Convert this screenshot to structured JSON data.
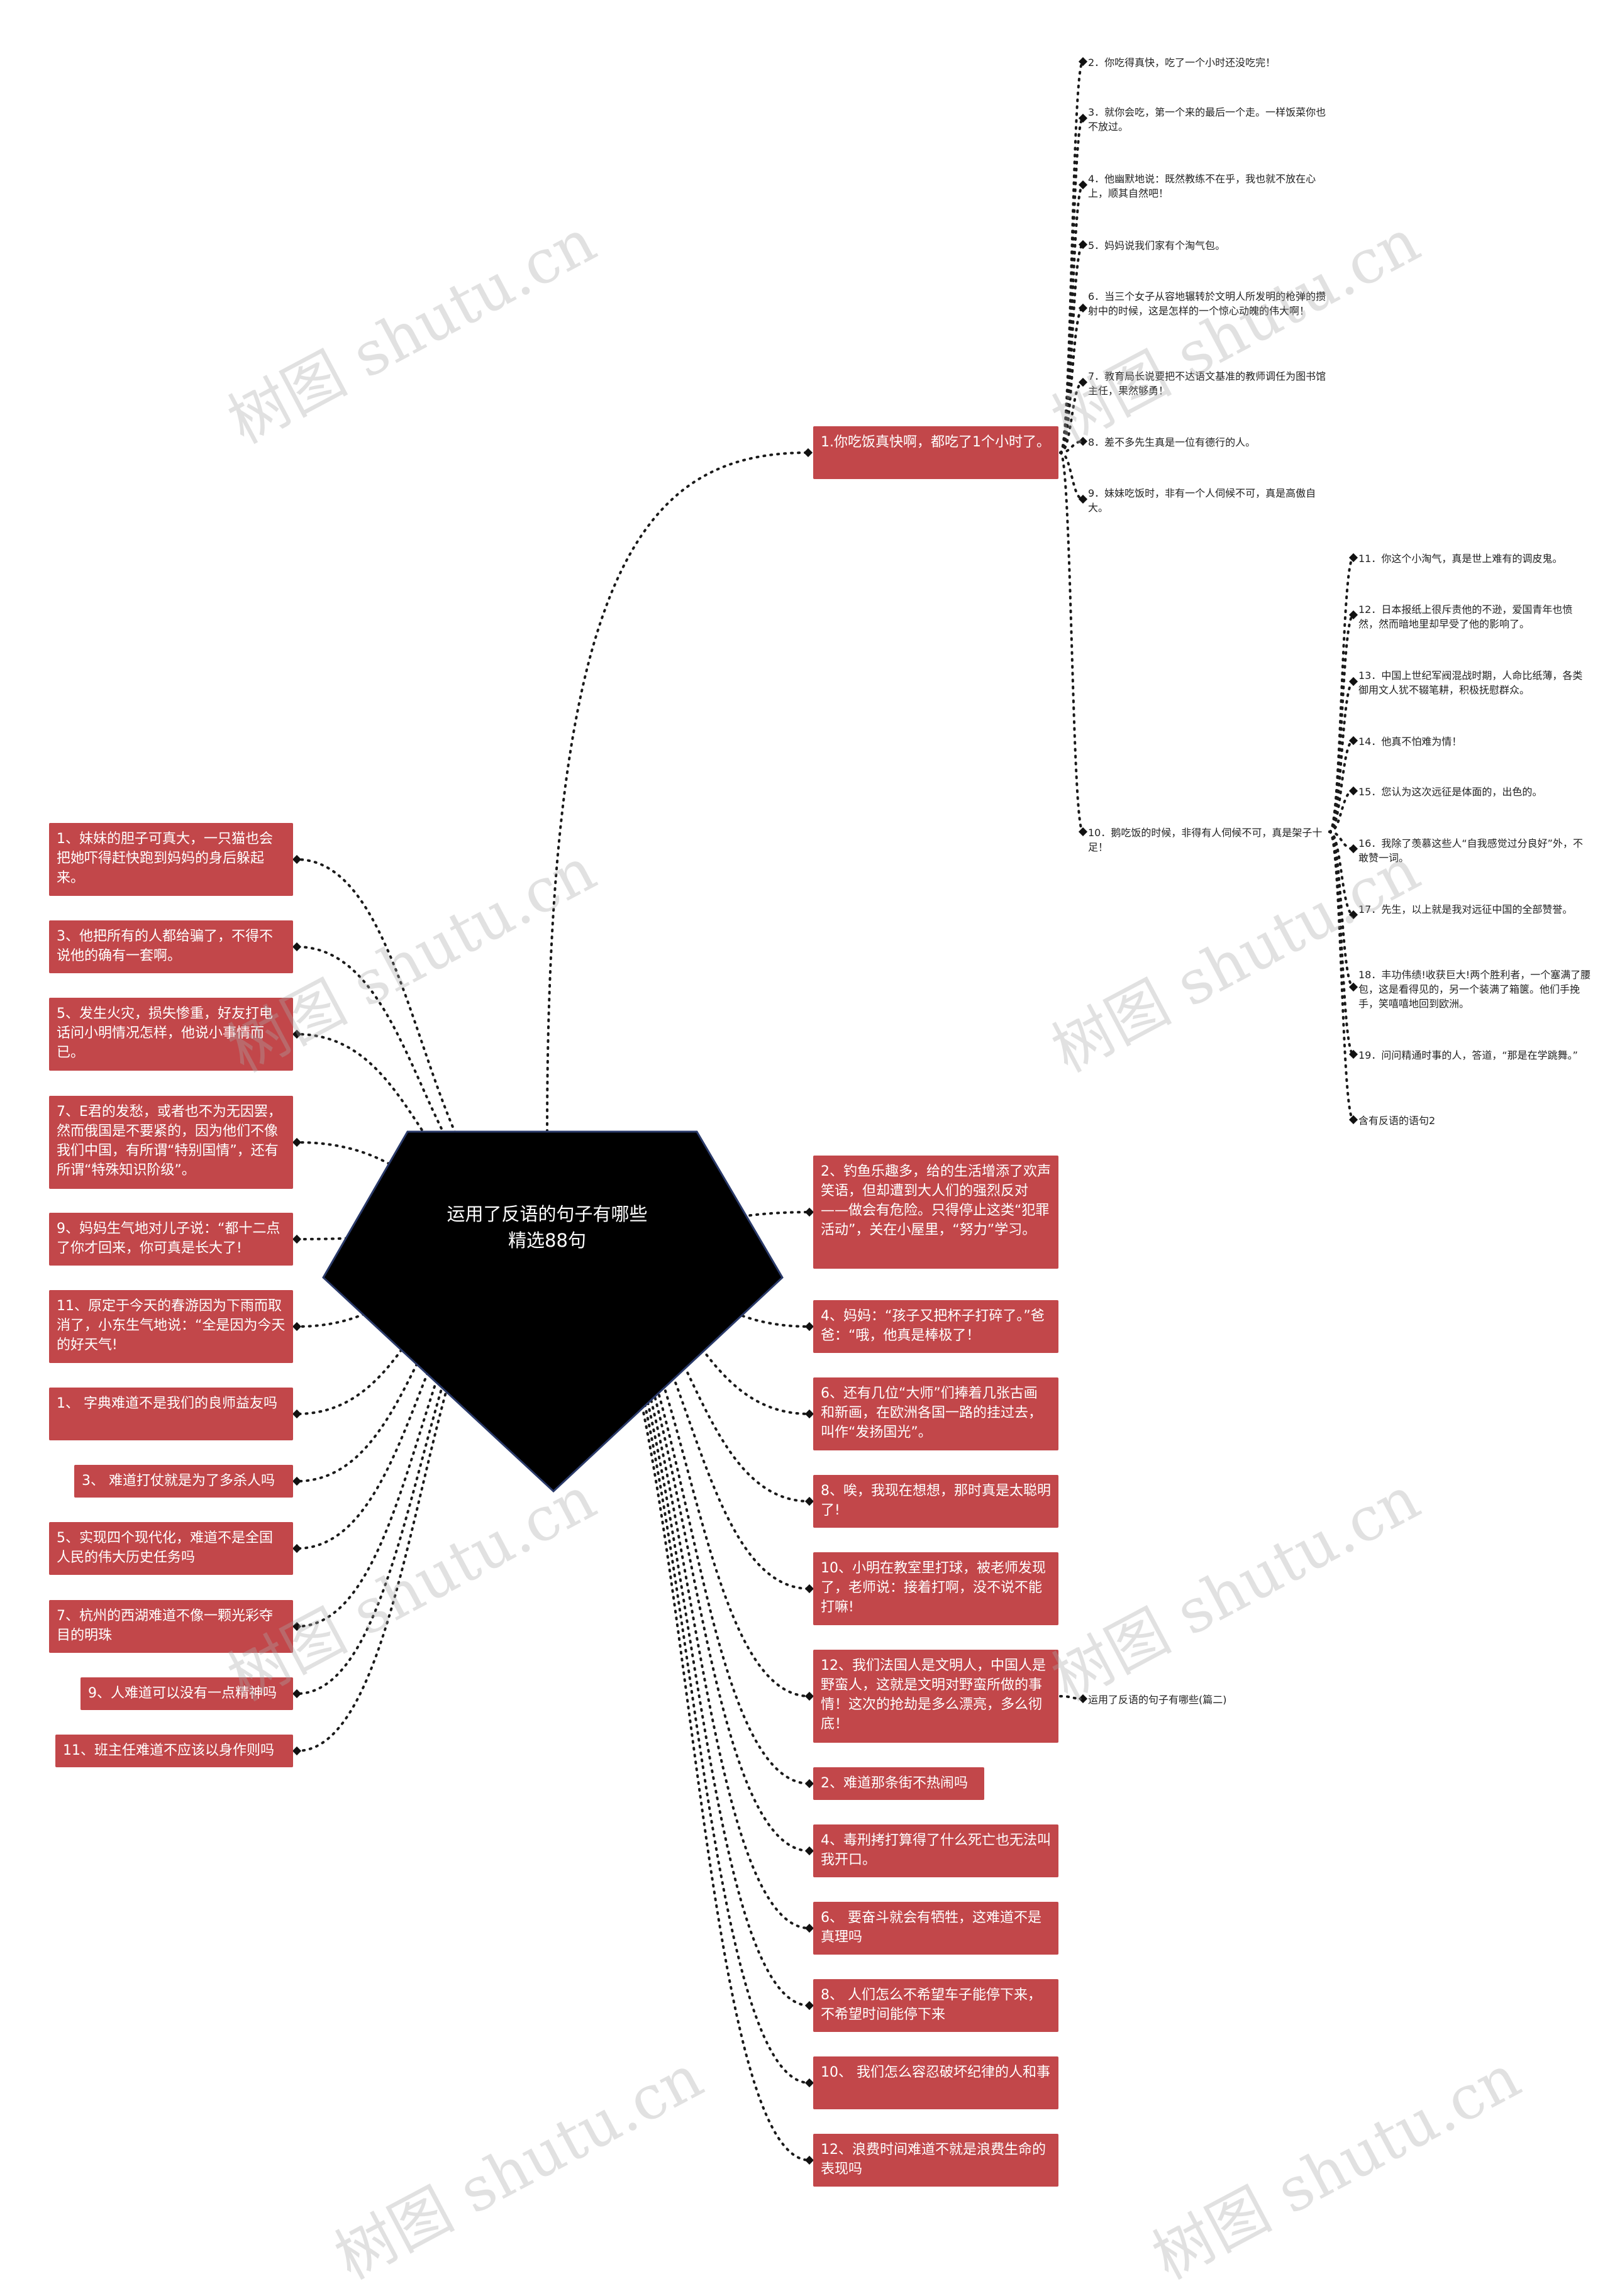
{
  "root": {
    "title_line1": "运用了反语的句子有哪些",
    "title_line2": "精选88句"
  },
  "branch_top": {
    "label": "1.你吃饭真快啊，都吃了1个小时了。",
    "children": [
      "2．你吃得真快，吃了一个小时还没吃完！",
      "3．就你会吃，第一个来的最后一个走。一样饭菜你也不放过。",
      "4．他幽默地说：既然教练不在乎，我也就不放在心上，顺其自然吧！",
      "5．妈妈说我们家有个淘气包。",
      "6．当三个女子从容地辗转於文明人所发明的枪弹的攒射中的时候，这是怎样的一个惊心动魄的伟大啊！",
      "7．教育局长说要把不达语文基准的教师调任为图书馆主任，果然够勇！",
      "8．差不多先生真是一位有德行的人。",
      "9．妹妹吃饭时，非有一个人伺候不可，真是高傲自大。",
      "10．鹅吃饭的时候，非得有人伺候不可，真是架子十足！"
    ],
    "sub_children": [
      "11．你这个小淘气，真是世上难有的调皮鬼。",
      "12．日本报纸上很斥责他的不逊，爱国青年也愤然，然而暗地里却早受了他的影响了。",
      "13．中国上世纪军阀混战时期，人命比纸薄，各类御用文人犹不辍笔耕，积极抚慰群众。",
      "14．他真不怕难为情！",
      "15．您认为这次远征是体面的，出色的。",
      "16．我除了羡慕这些人“自我感觉过分良好”外，不敢赞一词。",
      "17．先生，以上就是我对远征中国的全部赞誉。",
      "18．丰功伟绩!收获巨大!两个胜利者，一个塞满了腰包，这是看得见的，另一个装满了箱箧。他们手挽手，笑嘻嘻地回到欧洲。",
      "19．问问精通时事的人，答道，“那是在学跳舞。”",
      "含有反语的语句2"
    ]
  },
  "left_nodes": [
    "1、妹妹的胆子可真大，一只猫也会把她吓得赶快跑到妈妈的身后躲起来。",
    "3、他把所有的人都给骗了，不得不说他的确有一套啊。",
    "5、发生火灾，损失惨重，好友打电话问小明情况怎样，他说小事情而已。",
    "7、E君的发愁，或者也不为无因罢，然而俄国是不要紧的，因为他们不像我们中国，有所谓“特别国情”，还有所谓“特殊知识阶级”。",
    "9、妈妈生气地对儿子说：“都十二点了你才回来，你可真是长大了!",
    "11、原定于今天的春游因为下雨而取消了，小东生气地说：“全是因为今天的好天气!",
    "1、 字典难道不是我们的良师益友吗",
    "3、 难道打仗就是为了多杀人吗",
    "5、实现四个现代化，难道不是全国人民的伟大历史任务吗",
    "7、杭州的西湖难道不像一颗光彩夺目的明珠",
    "9、人难道可以没有一点精神吗",
    "11、班主任难道不应该以身作则吗"
  ],
  "right_nodes": [
    "2、钓鱼乐趣多，给的生活增添了欢声笑语，但却遭到大人们的强烈反对——做会有危险。只得停止这类“犯罪活动”，关在小屋里，“努力”学习。",
    "4、妈妈：“孩子又把杯子打碎了。”爸爸：“哦，他真是棒极了！",
    "6、还有几位“大师”们捧着几张古画和新画，在欧洲各国一路的挂过去，叫作“发扬国光”。",
    "8、唉，我现在想想，那时真是太聪明了!",
    "10、小明在教室里打球，被老师发现了，老师说：接着打啊，没不说不能打嘛!",
    "12、我们法国人是文明人，中国人是野蛮人，这就是文明对野蛮所做的事情！这次的抢劫是多么漂亮，多么彻底！",
    "2、难道那条街不热闹吗",
    "4、毒刑拷打算得了什么死亡也无法叫我开口。",
    "6、 要奋斗就会有牺牲，这难道不是真理吗",
    "8、 人们怎么不希望车子能停下来，不希望时间能停下来",
    "10、 我们怎么容忍破坏纪律的人和事",
    "12、浪费时间难道不就是浪费生命的表现吗"
  ],
  "right_extra": "运用了反语的句子有哪些(篇二)",
  "watermark": "树图 shutu.cn",
  "colors": {
    "node": "#c2474a",
    "root": "#000000",
    "line": "#1a1a1a"
  }
}
